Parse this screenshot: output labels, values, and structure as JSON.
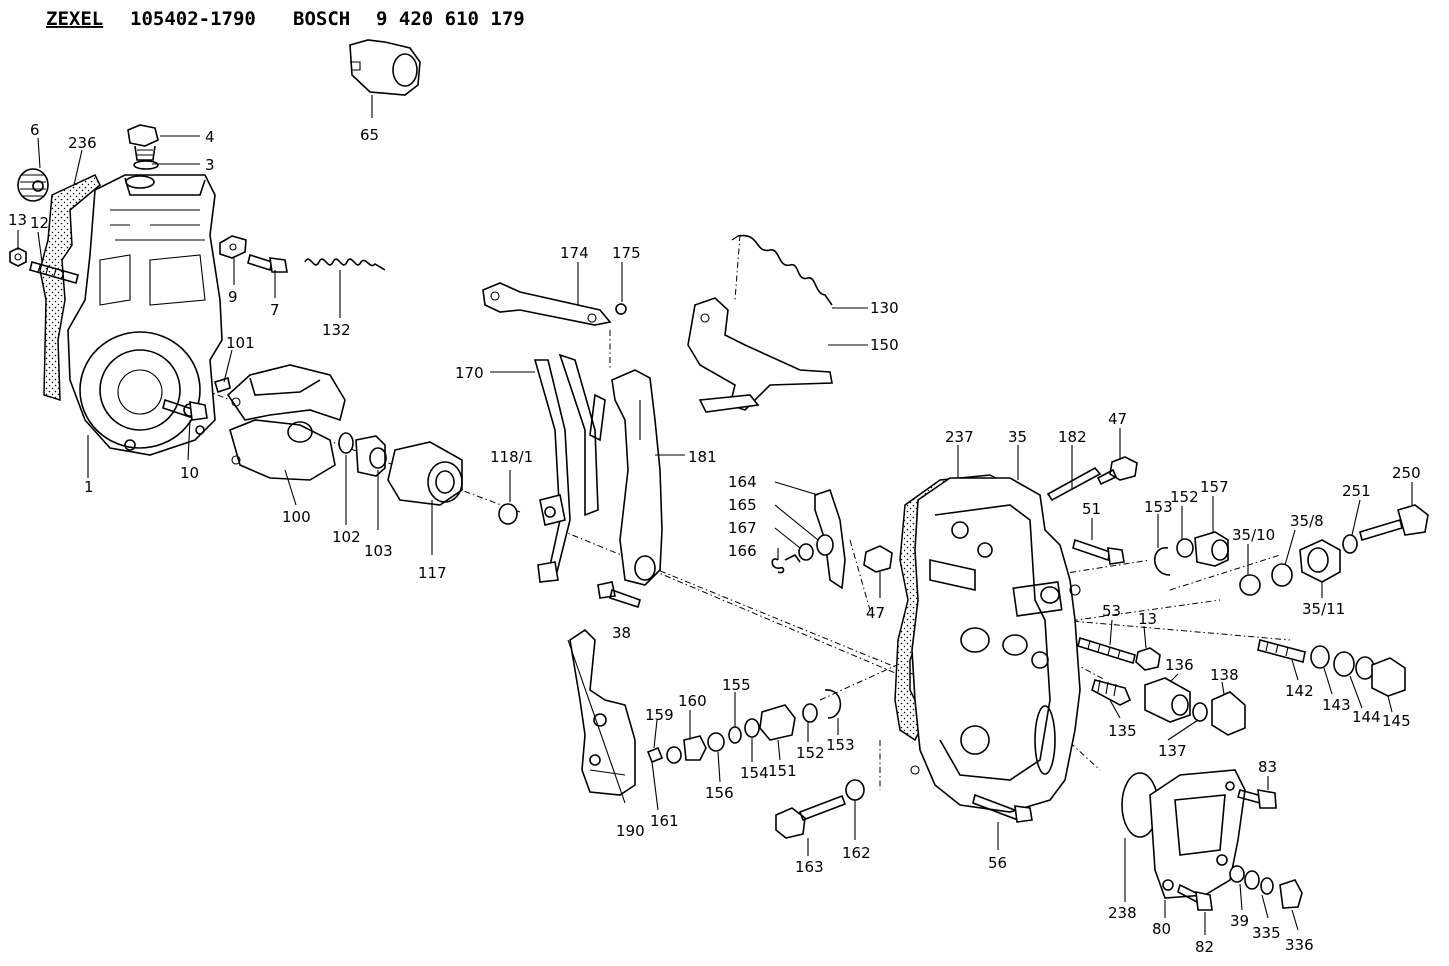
{
  "header": {
    "brand1": "ZEXEL",
    "part_no1": "105402-1790",
    "brand2": "BOSCH",
    "part_no2": "9 420 610 179"
  },
  "callouts": [
    "1",
    "3",
    "4",
    "6",
    "7",
    "9",
    "10",
    "12",
    "13",
    "35",
    "38",
    "39",
    "47",
    "51",
    "53",
    "56",
    "65",
    "80",
    "82",
    "83",
    "100",
    "101",
    "102",
    "103",
    "117",
    "118/1",
    "130",
    "132",
    "135",
    "136",
    "137",
    "138",
    "142",
    "143",
    "144",
    "145",
    "150",
    "151",
    "152",
    "153",
    "154",
    "155",
    "156",
    "157",
    "159",
    "160",
    "161",
    "162",
    "163",
    "164",
    "165",
    "166",
    "167",
    "170",
    "174",
    "175",
    "181",
    "182",
    "190",
    "236",
    "237",
    "238",
    "250",
    "251",
    "335",
    "336",
    "35/8",
    "35/10",
    "35/11"
  ]
}
